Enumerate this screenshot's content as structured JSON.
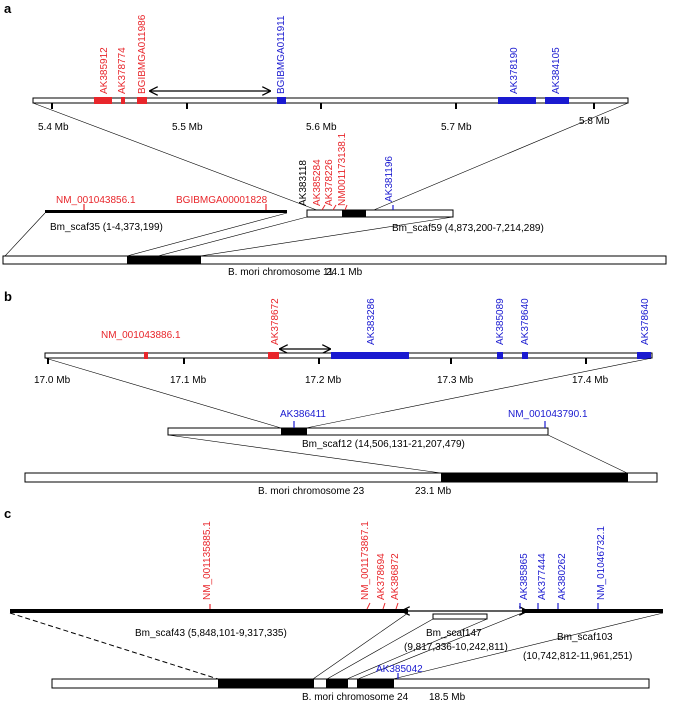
{
  "colors": {
    "red": "#e8262b",
    "blue": "#1a1ad0",
    "black": "#000000"
  },
  "panels": {
    "a": {
      "letter": "a",
      "ticks": [
        "5.4 Mb",
        "5.5 Mb",
        "5.6 Mb",
        "5.7 Mb",
        "5.8 Mb"
      ],
      "genes_red": [
        "AK385912",
        "AK378774",
        "BGIBMGA011986"
      ],
      "genes_blue": [
        "BGIBMGA011911",
        "AK378190",
        "AK384105"
      ],
      "scaf35_genes": [
        "NM_001043856.1",
        "BGIBMGA00001828"
      ],
      "scaf35_label": "Bm_scaf35 (1-4,373,199)",
      "scaf59_black": "AK383118",
      "scaf59_red": [
        "AK385284",
        "AK378226",
        "NM001173138.1"
      ],
      "scaf59_blue": "AK381196",
      "scaf59_label": "Bm_scaf59 (4,873,200-7,214,289)",
      "chrom_name": "B. mori",
      "chrom_rest": "chromosome 11",
      "chrom_size": "24.1 Mb"
    },
    "b": {
      "letter": "b",
      "ticks": [
        "17.0 Mb",
        "17.1 Mb",
        "17.2 Mb",
        "17.3 Mb",
        "17.4 Mb"
      ],
      "genes_red": [
        "NM_001043886.1",
        "AK378672"
      ],
      "genes_blue": [
        "AK383286",
        "AK385089",
        "AK378640",
        "AK378640"
      ],
      "scaf_blue": [
        "AK386411",
        "NM_001043790.1"
      ],
      "scaf_label": "Bm_scaf12 (14,506,131-21,207,479)",
      "chrom_name": "B. mori",
      "chrom_rest": "chromosome 23",
      "chrom_size": "23.1 Mb"
    },
    "c": {
      "letter": "c",
      "genes_red": [
        "NM_001135885.1",
        "NM_001173867.1",
        "AK378694",
        "AK386872"
      ],
      "genes_blue": [
        "AK385865",
        "AK377444",
        "AK380262",
        "NM_01046732.1"
      ],
      "scaf43_label": "Bm_scaf43 (5,848,101-9,317,335)",
      "scaf147_name": "Bm_scaf147",
      "scaf147_range": "(9,817,336-10,242,811)",
      "scaf103_name": "Bm_scaf103",
      "scaf103_range": "(10,742,812-11,961,251)",
      "chrom_blue": "AK385042",
      "chrom_name": "B. mori",
      "chrom_rest": "chromosome 24",
      "chrom_size": "18.5 Mb"
    }
  }
}
